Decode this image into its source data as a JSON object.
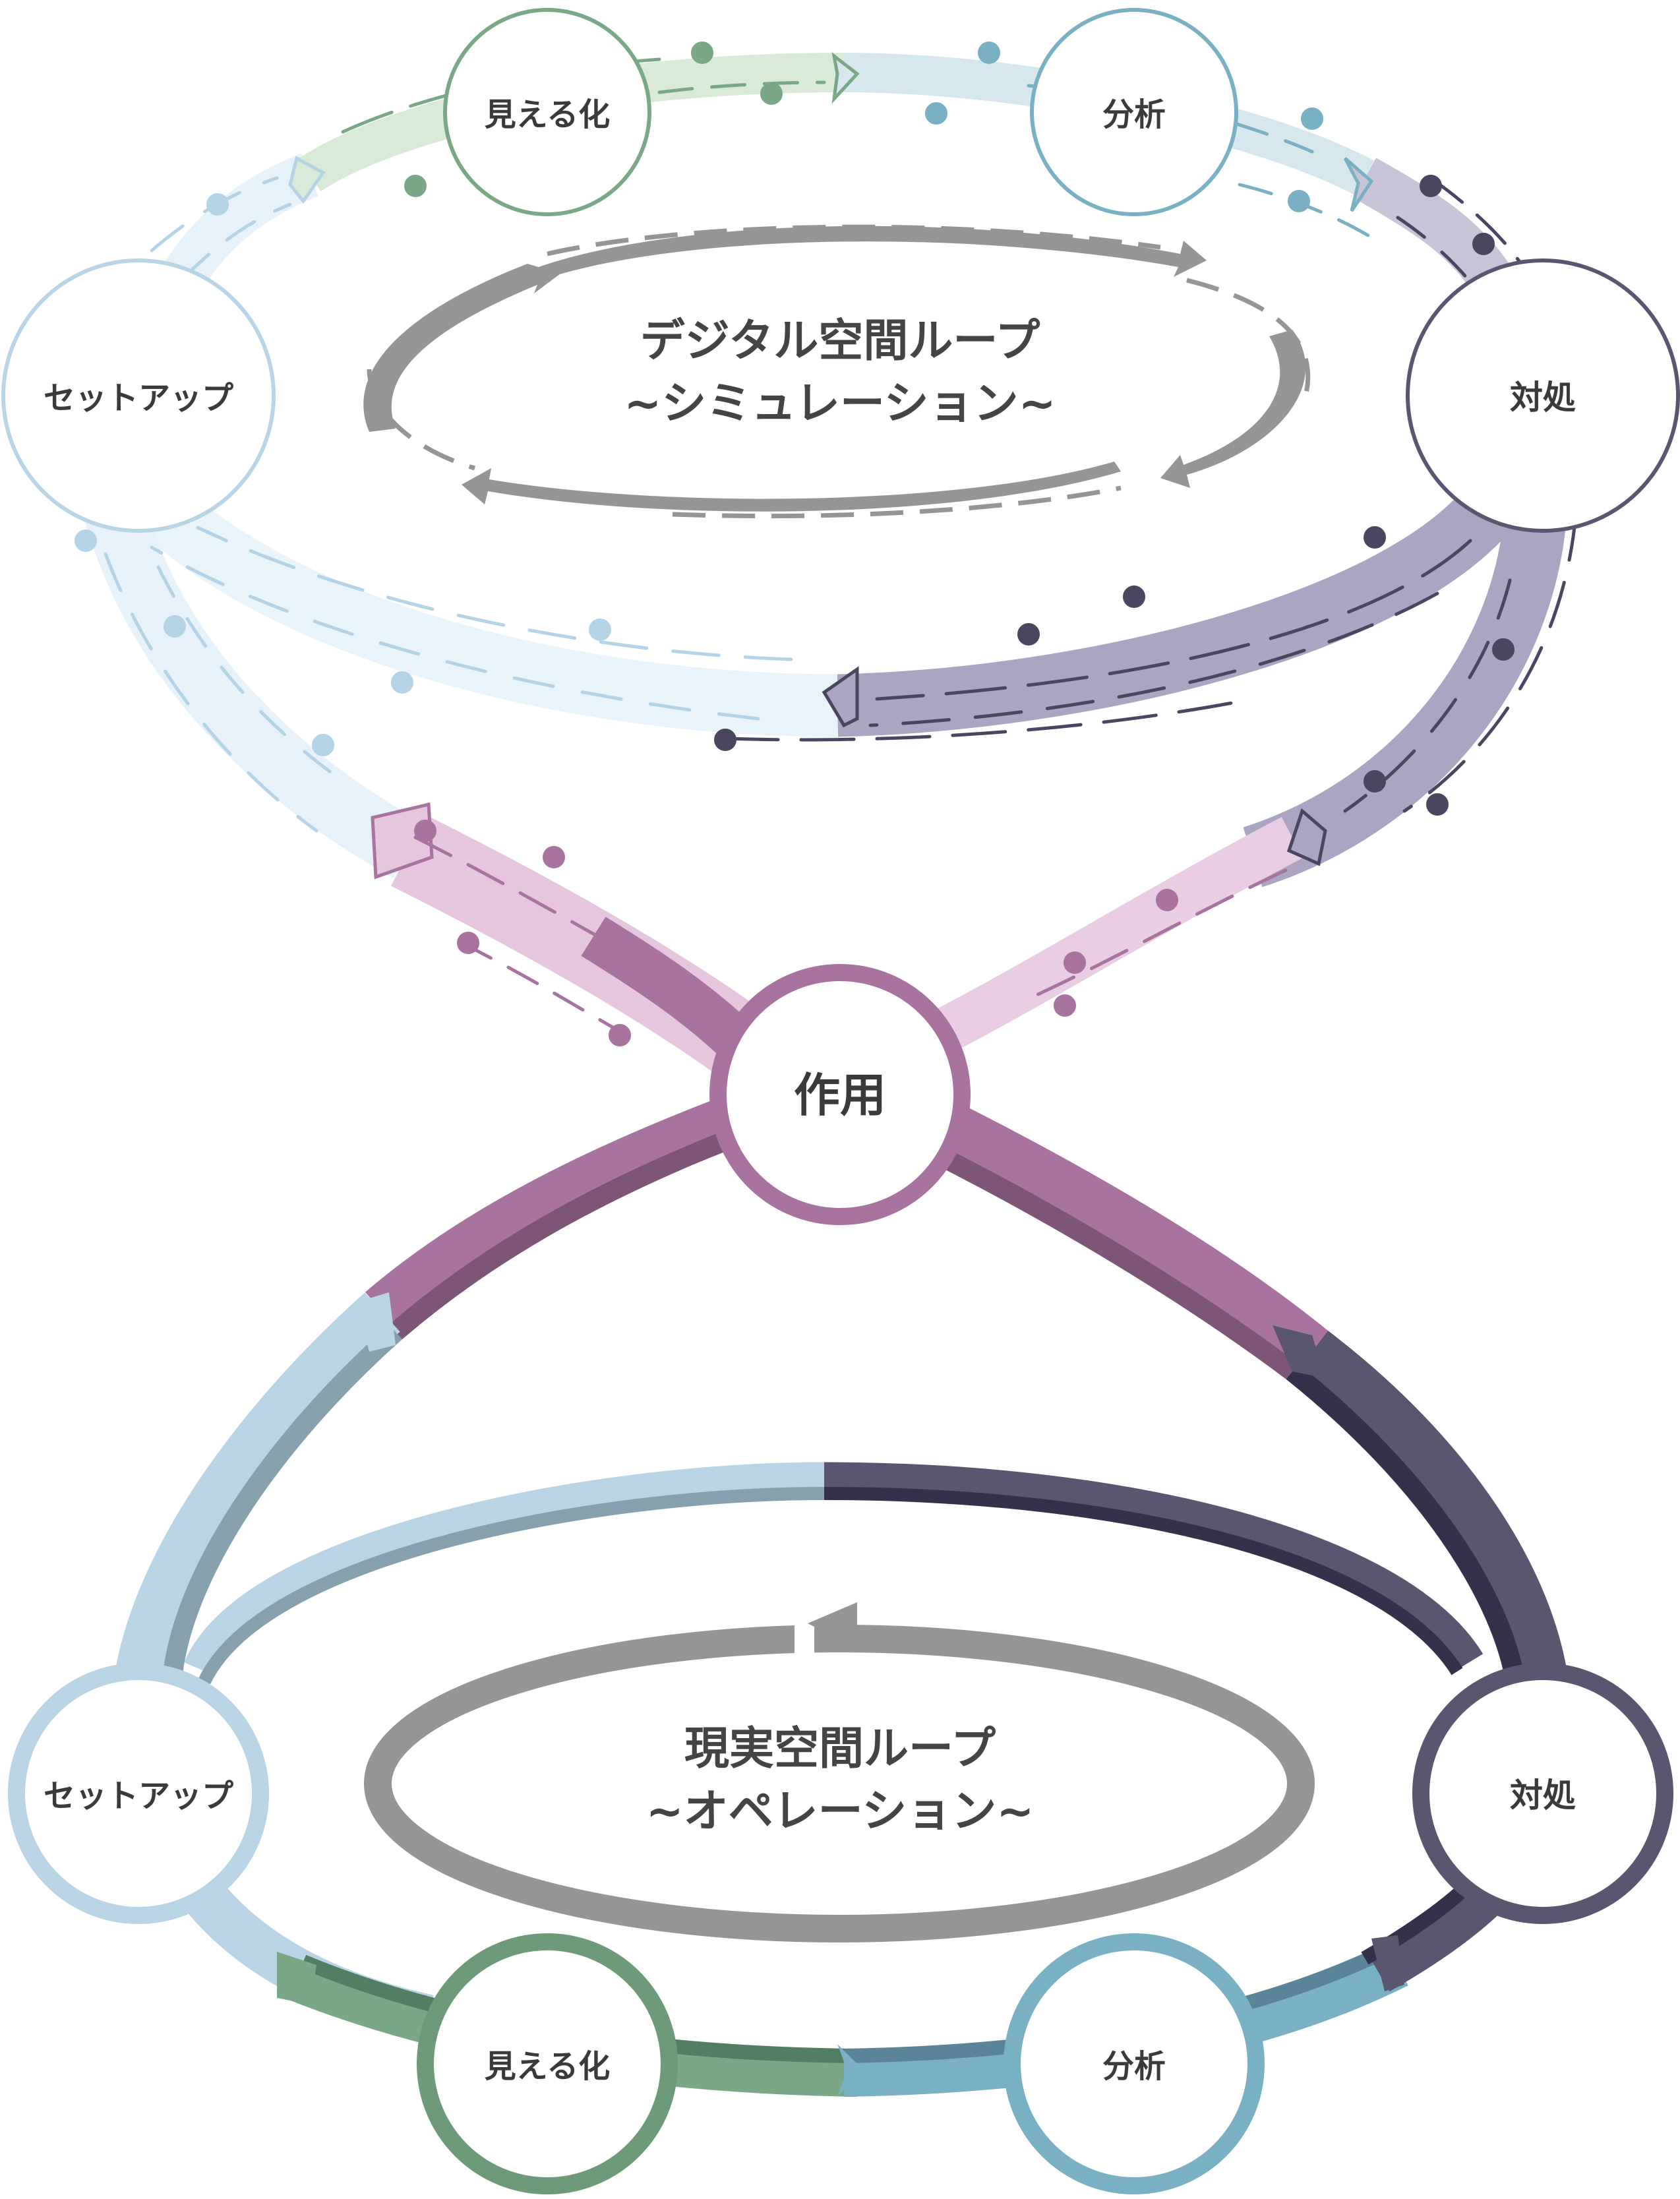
{
  "digital_loop": {
    "title_line1": "デジタル空間ループ",
    "title_line2": "~シミュレーション~",
    "nodes": {
      "visualize": "見える化",
      "analyze": "分析",
      "respond": "対処",
      "setup": "セットアップ"
    }
  },
  "real_loop": {
    "title_line1": "現実空間ループ",
    "title_line2": "~オペレーション~",
    "nodes": {
      "visualize": "見える化",
      "analyze": "分析",
      "respond": "対処",
      "setup": "セットアップ"
    }
  },
  "center_node": "作用",
  "colors": {
    "setup": "#b9d4e4",
    "visualize": "#7aa886",
    "analyze": "#7ab0c4",
    "respond": "#4a4660",
    "act": "#a8739f",
    "arrow": "#959595"
  }
}
